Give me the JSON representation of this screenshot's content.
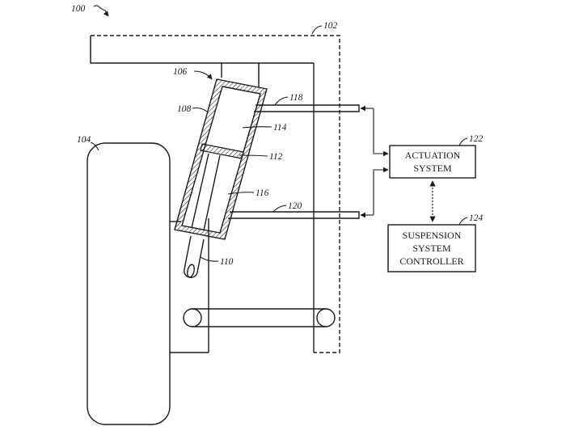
{
  "figure": {
    "labels": {
      "fig": "100",
      "vehicle_body": "102",
      "wheel": "104",
      "actuator": "106",
      "housing": "108",
      "rod": "110",
      "piston": "112",
      "upper_chamber": "114",
      "lower_chamber": "116",
      "upper_line": "118",
      "lower_line": "120",
      "actuation_ref": "122",
      "controller_ref": "124"
    },
    "actuation_box": {
      "line1": "ACTUATION",
      "line2": "SYSTEM"
    },
    "controller_box": {
      "line1": "SUSPENSION",
      "line2": "SYSTEM",
      "line3": "CONTROLLER"
    }
  }
}
